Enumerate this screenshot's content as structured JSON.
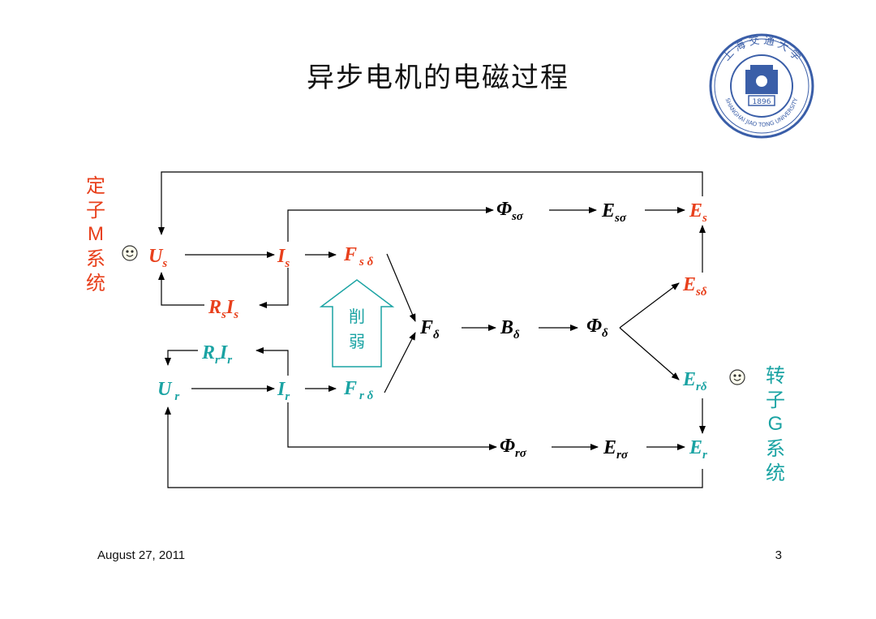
{
  "title": "异步电机的电磁过程",
  "logo": {
    "top_text": "上 海 交 通 大 学",
    "ring_text": "SHANGHAI JIAO TONG UNIVERSITY",
    "year": "1896"
  },
  "stator_label": [
    "定",
    "子",
    "M",
    "系",
    "统"
  ],
  "rotor_label": [
    "转",
    "子",
    "G",
    "系",
    "统"
  ],
  "weaken_label": [
    "削",
    "弱"
  ],
  "nodes": {
    "Us": {
      "main": "U",
      "sub": "s"
    },
    "Is": {
      "main": "I",
      "sub": "s"
    },
    "Fsd": {
      "main": "F",
      "sub": "s δ"
    },
    "RsIs": {
      "main1": "R",
      "sub1": "s",
      "main2": "I",
      "sub2": "s"
    },
    "Phiso": {
      "main": "Φ",
      "sub": "sσ"
    },
    "Eso": {
      "main": "E",
      "sub": "sσ"
    },
    "Es": {
      "main": "E",
      "sub": "s"
    },
    "Esd": {
      "main": "E",
      "sub": "sδ"
    },
    "Fd": {
      "main": "F",
      "sub": "δ"
    },
    "Bd": {
      "main": "B",
      "sub": "δ"
    },
    "Phid": {
      "main": "Φ",
      "sub": "δ"
    },
    "RrIr": {
      "main1": "R",
      "sub1": "r",
      "main2": "I",
      "sub2": "r"
    },
    "Ur": {
      "main": "U",
      "sub": "r"
    },
    "Ir": {
      "main": "I",
      "sub": "r"
    },
    "Frd": {
      "main": "F",
      "sub": "r δ"
    },
    "Erd": {
      "main": "E",
      "sub": "rδ"
    },
    "Phiro": {
      "main": "Φ",
      "sub": "rσ"
    },
    "Ero": {
      "main": "E",
      "sub": "rσ"
    },
    "Er": {
      "main": "E",
      "sub": "r"
    }
  },
  "colors": {
    "stator": "#e8401c",
    "rotor": "#1aa3a3",
    "black": "#000000",
    "logo_blue": "#3a5ea8"
  },
  "footer": {
    "date": "August 27, 2011",
    "page": "3"
  }
}
